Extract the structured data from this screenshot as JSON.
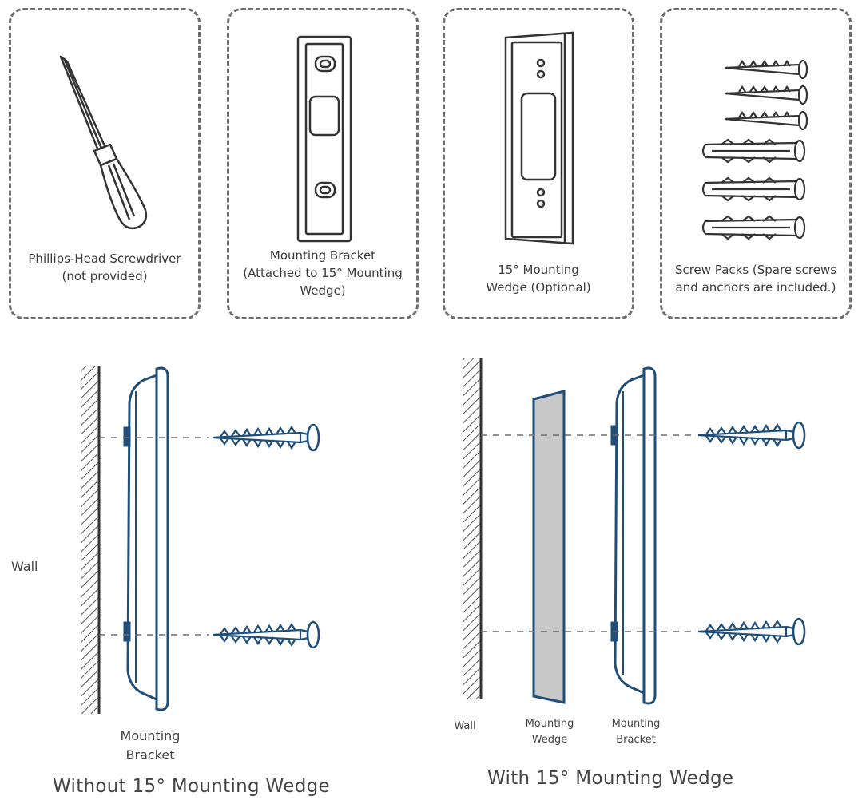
{
  "items": [
    {
      "label": "Phillips-Head Screwdriver\n(not provided)"
    },
    {
      "label": "Mounting Bracket\n(Attached to 15° Mounting\nWedge)"
    },
    {
      "label": "15° Mounting\nWedge (Optional)"
    },
    {
      "label": "Screw Packs (Spare screws\nand anchors are included.)"
    }
  ],
  "left_diagram": {
    "wall_label": "Wall",
    "bracket_label": "Mounting\nBracket",
    "caption": "Without 15° Mounting Wedge"
  },
  "right_diagram": {
    "wall_label": "Wall",
    "wedge_label": "Mounting\nWedge",
    "bracket_label": "Mounting\nBracket",
    "caption": "With 15° Mounting Wedge"
  },
  "colors": {
    "line_art": "#1e4e79",
    "wedge_fill": "#c8c8c8",
    "dash": "#6e6e6e"
  }
}
